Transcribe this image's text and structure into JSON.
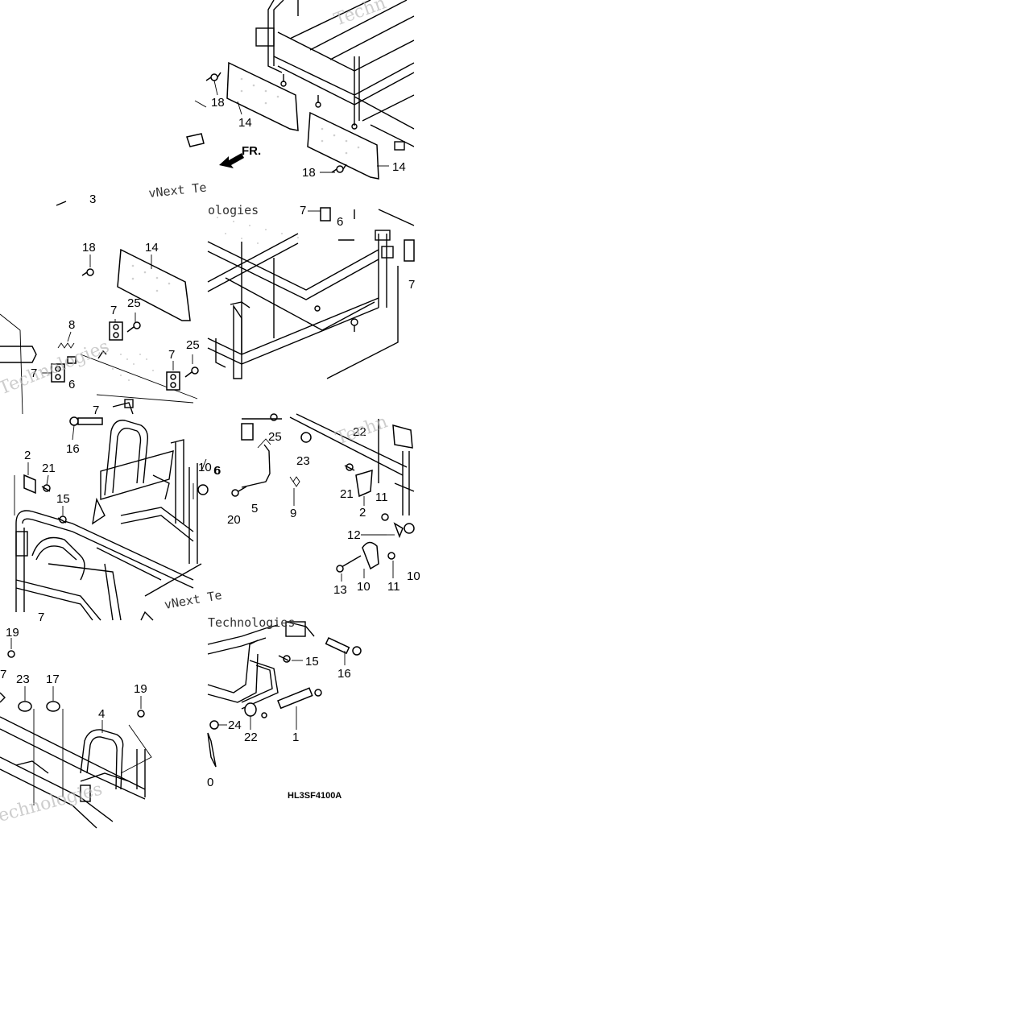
{
  "diagram": {
    "code": "HL3SF4100A",
    "front_label": "FR.",
    "watermarks": [
      "Techn",
      "vNext Te",
      "Technologies",
      "Technologies",
      "vNext Te",
      "Techn",
      "echnologies",
      "ologies"
    ],
    "callouts": {
      "t1": [
        "18",
        "14",
        "18",
        "14",
        "3"
      ],
      "t2": [
        "18",
        "14",
        "7",
        "25",
        "8",
        "7",
        "25",
        "7",
        "6",
        "7"
      ],
      "t3": [
        "7",
        "6",
        "7"
      ],
      "t4": [
        "16",
        "2",
        "21",
        "15",
        "10",
        "6",
        "7"
      ],
      "t5": [
        "25",
        "23",
        "22",
        "6",
        "20",
        "5",
        "9",
        "21",
        "2",
        "11",
        "12",
        "10",
        "11",
        "13",
        "10"
      ],
      "t6": [
        "19",
        "7",
        "23",
        "17",
        "19",
        "4"
      ],
      "t7": [
        "15",
        "16",
        "24",
        "22",
        "1",
        "0"
      ]
    }
  }
}
